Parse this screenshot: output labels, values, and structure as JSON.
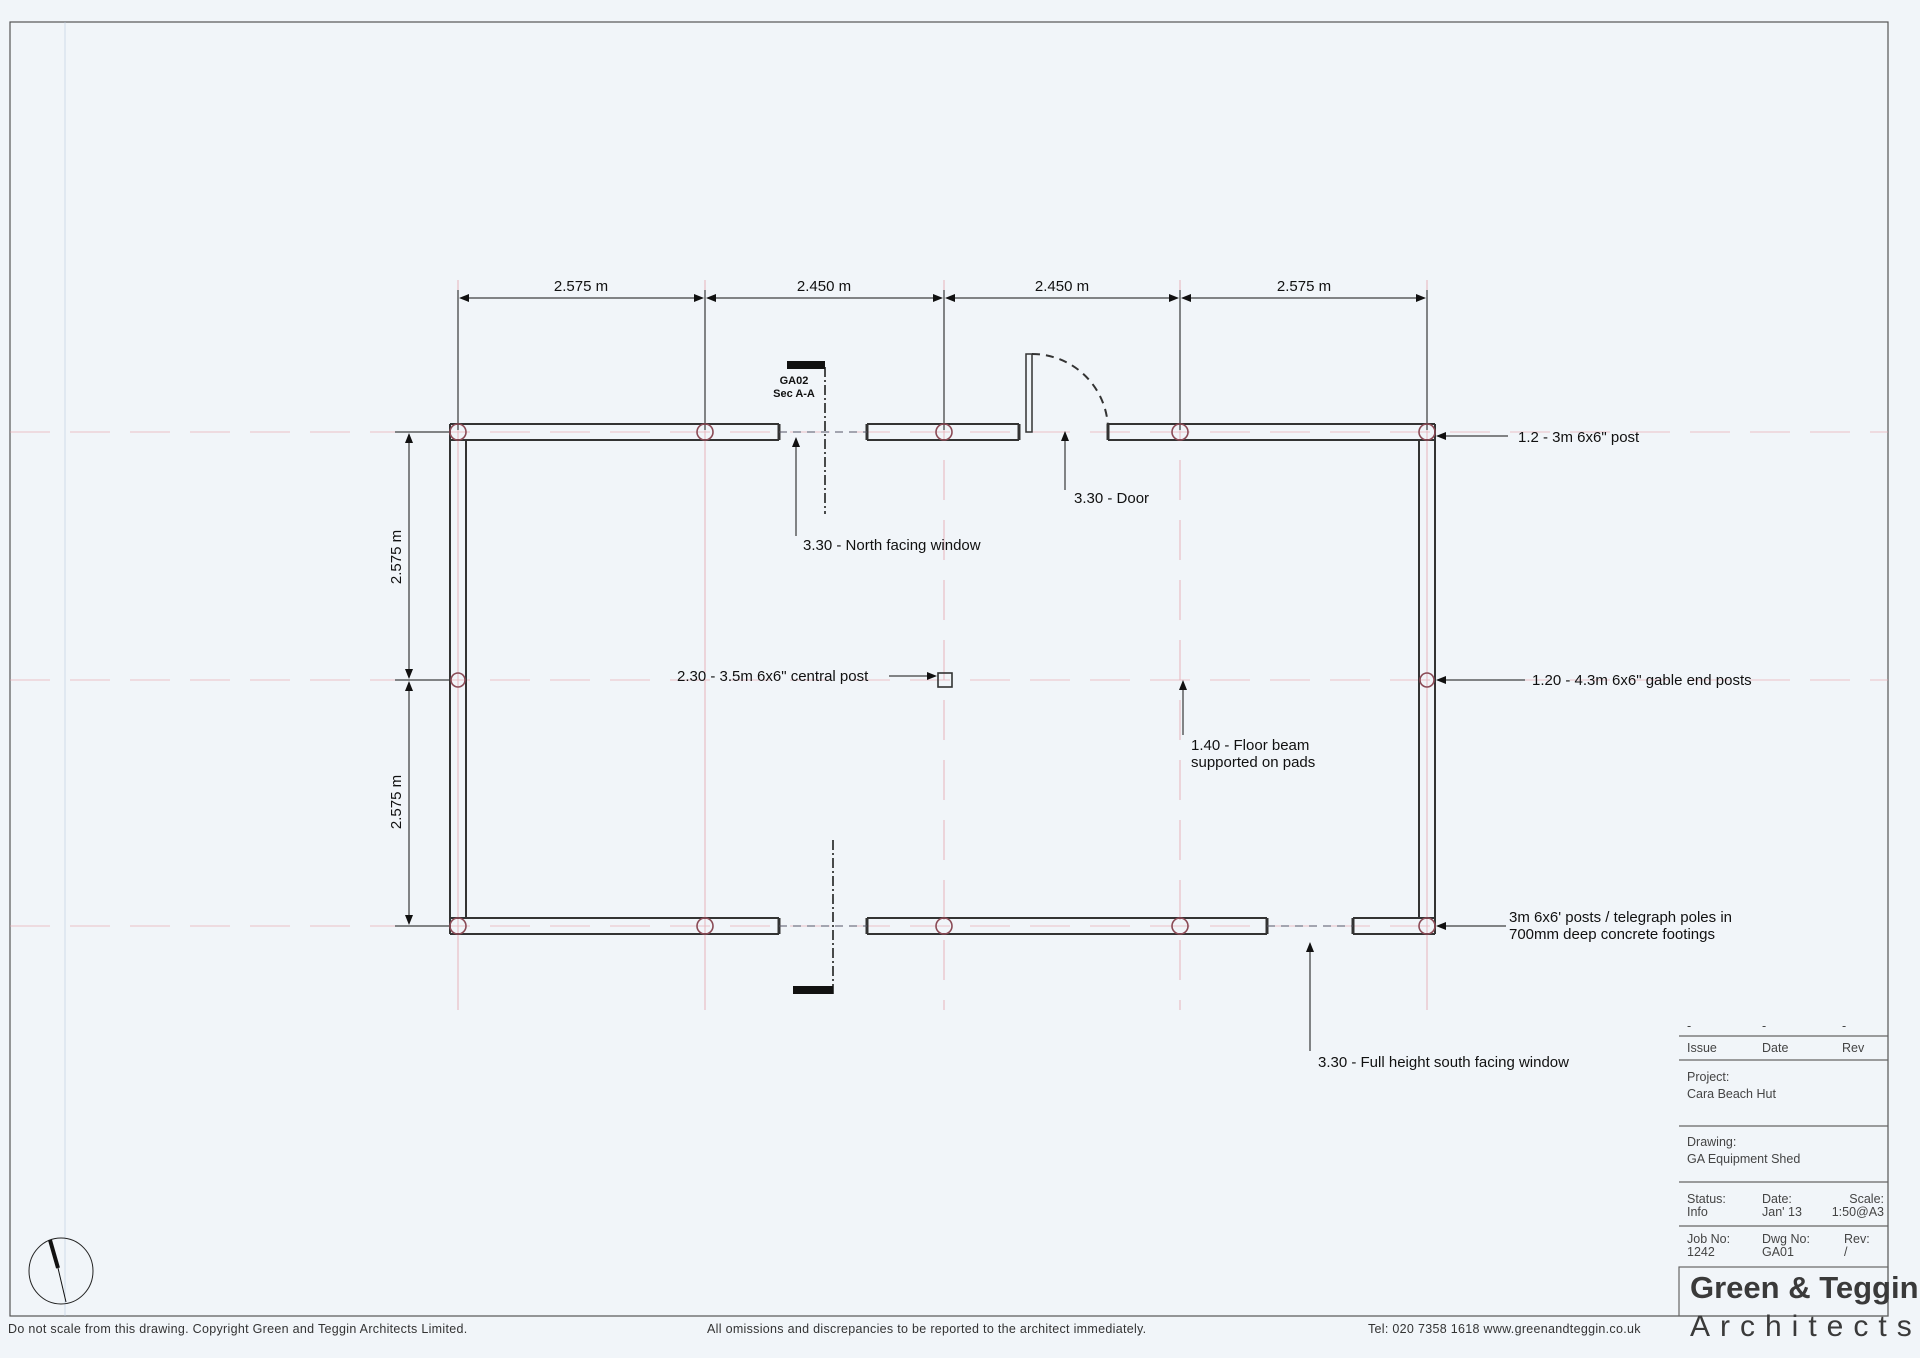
{
  "dimensions": {
    "top": [
      "2.575 m",
      "2.450 m",
      "2.450 m",
      "2.575 m"
    ],
    "left": [
      "2.575 m",
      "2.575 m"
    ]
  },
  "section_marker": {
    "sheet": "GA02",
    "label": "Sec A-A"
  },
  "annotations": {
    "corner_post": "1.2 - 3m 6x6\" post",
    "door": "3.30 - Door",
    "north_window": "3.30 - North facing window",
    "central_post": "2.30 - 3.5m 6x6\" central post",
    "gable_posts": "1.20 - 4.3m 6x6\" gable end posts",
    "floor_beam": [
      "1.40 - Floor beam",
      "supported on pads"
    ],
    "telegraph_posts": [
      "3m 6x6' posts / telegraph poles in",
      "700mm deep concrete footings"
    ],
    "south_window": "3.30 - Full height south facing window"
  },
  "title_block": {
    "revision_row": [
      "-",
      "-",
      "-"
    ],
    "revision_headers": [
      "Issue",
      "Date",
      "Rev"
    ],
    "project_label": "Project:",
    "project": "Cara Beach Hut",
    "drawing_label": "Drawing:",
    "drawing": "GA Equipment Shed",
    "status_label": "Status:",
    "status": "Info",
    "date_label": "Date:",
    "date": "Jan' 13",
    "scale_label": "Scale:",
    "scale": "1:50@A3",
    "job_label": "Job No:",
    "job": "1242",
    "dwg_label": "Dwg No:",
    "dwg": "GA01",
    "rev_label": "Rev:",
    "rev": "/",
    "firm": "Green & Teggin",
    "firm_sub": "Architects"
  },
  "footer": {
    "left": "Do not scale from this drawing. Copyright Green and Teggin Architects Limited.",
    "center": "All omissions and discrepancies to be reported to the architect immediately.",
    "right": "Tel: 020 7358 1618  www.greenandteggin.co.uk"
  }
}
